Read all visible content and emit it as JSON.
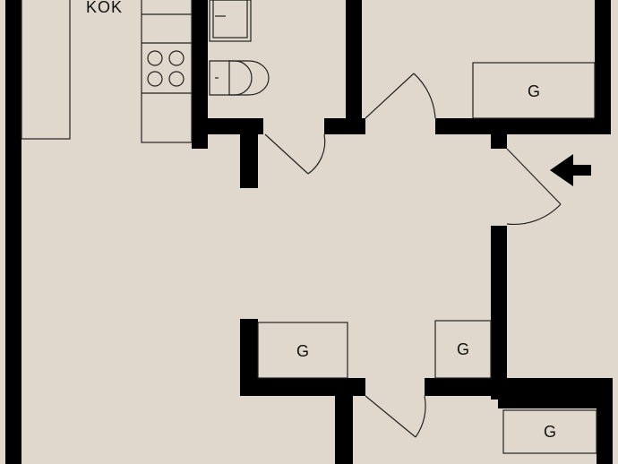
{
  "rooms": {
    "kitchen": "KÖK"
  },
  "closets": {
    "g1": "G",
    "g2": "G",
    "g3": "G",
    "g4": "G"
  },
  "icons": {
    "entrance": "arrow-left-icon"
  },
  "colors": {
    "floor": "#e0d8cc",
    "wall": "#000000",
    "line": "#222222"
  }
}
